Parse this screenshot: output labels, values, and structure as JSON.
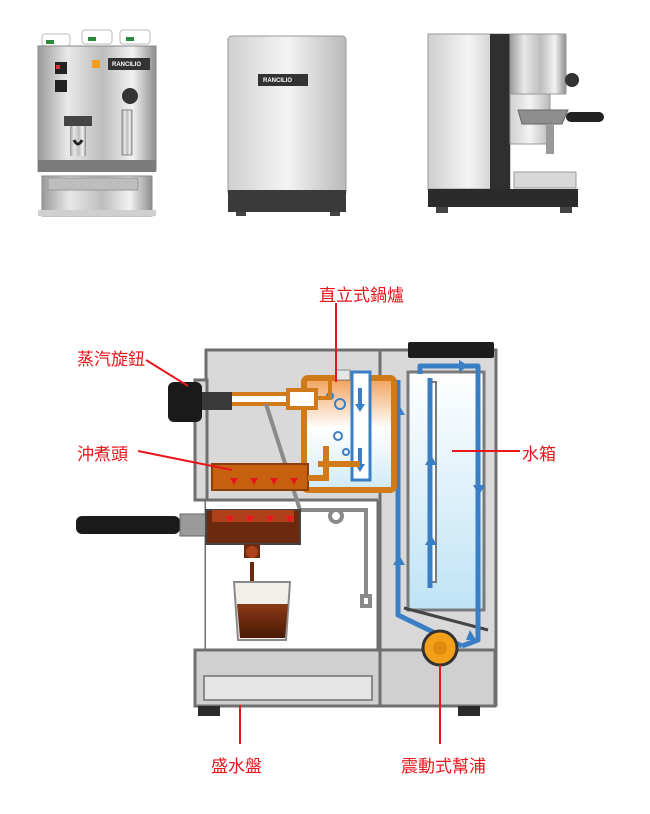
{
  "brand": "RANCILIO",
  "labels": {
    "boiler": "直立式鍋爐",
    "steam_knob": "蒸汽旋鈕",
    "group_head": "沖煮頭",
    "water_tank": "水箱",
    "drip_tray": "盛水盤",
    "pump": "震動式幫浦"
  },
  "colors": {
    "label": "#e8161b",
    "water_flow": "#3a7fc4",
    "hot_flow": "#c8610f",
    "body": "#d9d9d9",
    "coffee": "#6b2a10"
  }
}
